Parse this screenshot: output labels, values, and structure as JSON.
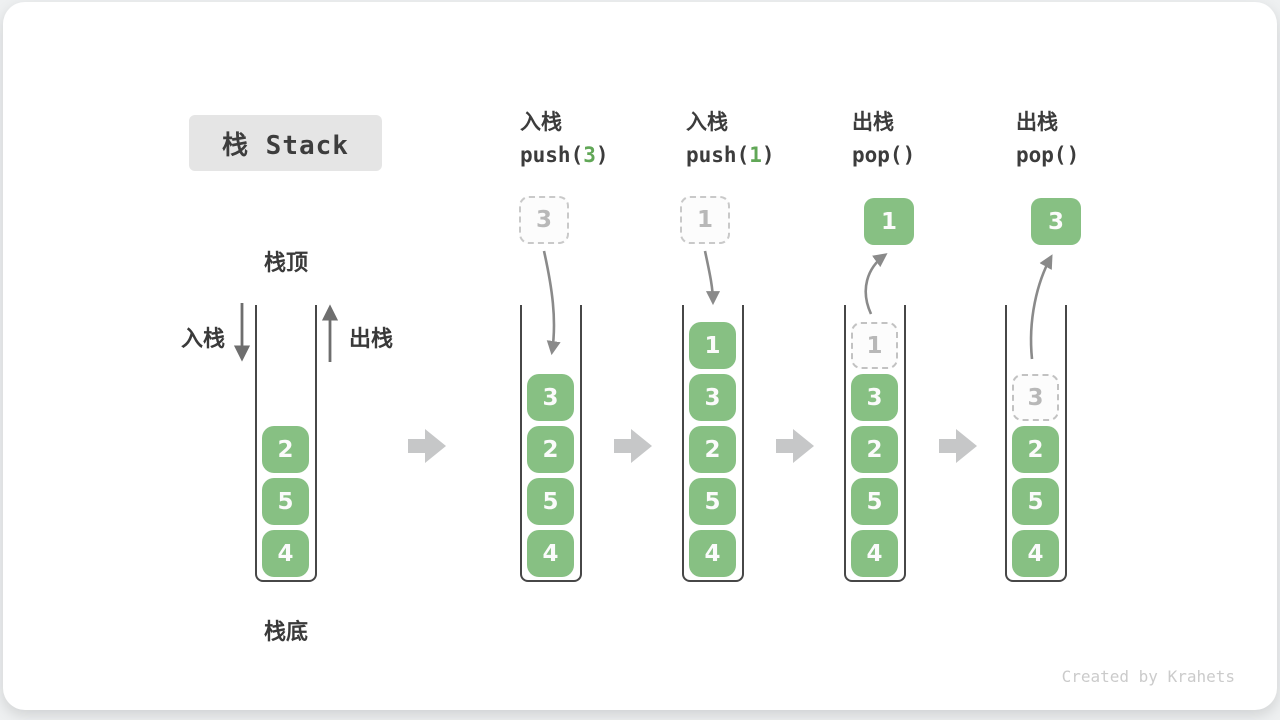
{
  "title": "栈 Stack",
  "watermark": "Created by Krahets",
  "side_labels": {
    "stack_top": "栈顶",
    "stack_bottom": "栈底",
    "push_label": "入栈",
    "pop_label": "出栈"
  },
  "colors": {
    "block_green": "#87c083",
    "code_arg_green": "#61a757",
    "title_bg": "#e5e5e5",
    "text_dark": "#3c3c3c",
    "ghost_gray": "#b8b8b8",
    "small_arrow_gray": "#6e6e6e",
    "curve_arrow_gray": "#8a8a8a",
    "block_arrow_gray": "#c6c7c8",
    "container_border": "#474747"
  },
  "columns": [
    {
      "name": "initial-state",
      "header": null,
      "floating": null,
      "ghost": null,
      "items": [
        "2",
        "5",
        "4"
      ]
    },
    {
      "name": "push-3",
      "header": {
        "op": "入栈",
        "code_pre": "push(",
        "code_arg": "3",
        "code_post": ")"
      },
      "floating": {
        "value": "3",
        "style": "dashed"
      },
      "ghost": null,
      "items": [
        "3",
        "2",
        "5",
        "4"
      ]
    },
    {
      "name": "push-1",
      "header": {
        "op": "入栈",
        "code_pre": "push(",
        "code_arg": "1",
        "code_post": ")"
      },
      "floating": {
        "value": "1",
        "style": "dashed"
      },
      "ghost": null,
      "items": [
        "1",
        "3",
        "2",
        "5",
        "4"
      ]
    },
    {
      "name": "pop-1",
      "header": {
        "op": "出栈",
        "code_pre": "pop(",
        "code_arg": "",
        "code_post": ")"
      },
      "floating": {
        "value": "1",
        "style": "solid"
      },
      "ghost": {
        "value": "1",
        "row": 1
      },
      "items": [
        "3",
        "2",
        "5",
        "4"
      ]
    },
    {
      "name": "pop-3",
      "header": {
        "op": "出栈",
        "code_pre": "pop(",
        "code_arg": "",
        "code_post": ")"
      },
      "floating": {
        "value": "3",
        "style": "solid"
      },
      "ghost": {
        "value": "3",
        "row": 2
      },
      "items": [
        "2",
        "5",
        "4"
      ]
    }
  ]
}
